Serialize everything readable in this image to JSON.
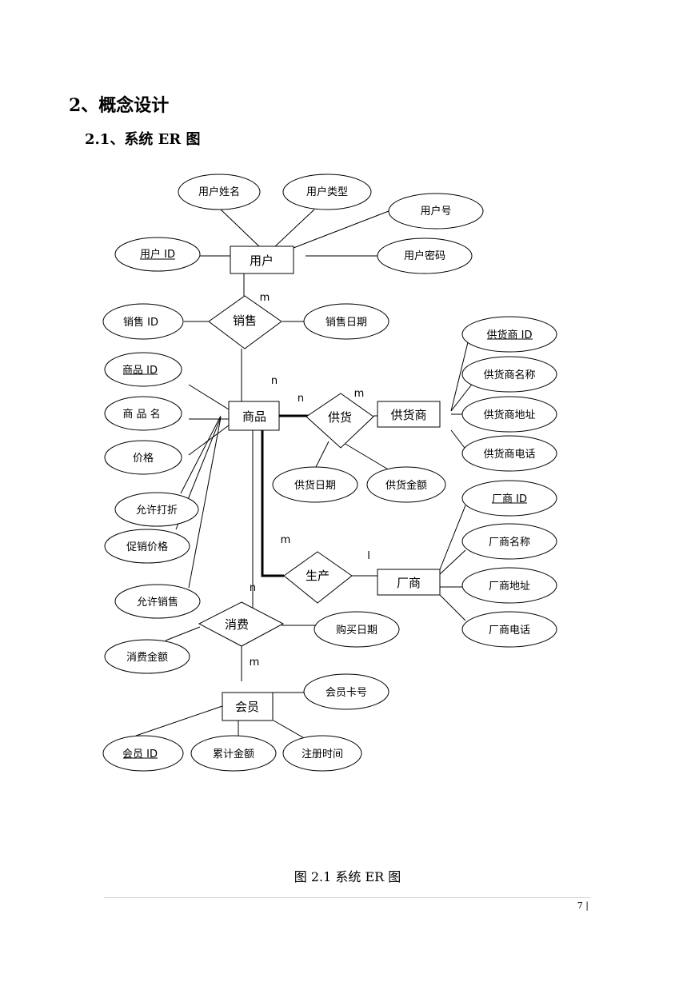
{
  "section": {
    "heading": "2、概念设计",
    "subheading": "2.1、系统 ER 图"
  },
  "entities": {
    "user": "用户",
    "goods": "商品",
    "supplier": "供货商",
    "manufacturer": "厂商",
    "member": "会员"
  },
  "relationships": {
    "sale": "销售",
    "supply": "供货",
    "produce": "生产",
    "consume": "消费"
  },
  "attributes": {
    "user_name": "用户姓名",
    "user_type": "用户类型",
    "user_no": "用户号",
    "user_id": "用户 ID",
    "user_password": "用户密码",
    "sale_id": "销售 ID",
    "sale_date": "销售日期",
    "goods_id": "商品 ID",
    "goods_name": "商 品 名",
    "price": "价格",
    "allow_discount": "允许打折",
    "promo_price": "促销价格",
    "allow_sale": "允许销售",
    "supplier_id": "供货商 ID",
    "supplier_name": "供货商名称",
    "supplier_address": "供货商地址",
    "supplier_phone": "供货商电话",
    "supply_date": "供货日期",
    "supply_amount": "供货金额",
    "manufacturer_id": "厂商 ID",
    "manufacturer_name": "厂商名称",
    "manufacturer_address": "厂商地址",
    "manufacturer_phone": "厂商电话",
    "purchase_date": "购买日期",
    "consume_amount": "消费金额",
    "member_card": "会员卡号",
    "member_id": "会员 ID",
    "total_amount": "累计金额",
    "register_time": "注册时间"
  },
  "cardinalities": {
    "sale_user": "m",
    "sale_goods": "n",
    "supply_goods": "n",
    "supply_supplier": "m",
    "produce_goods": "m",
    "produce_manufacturer": "l",
    "consume_goods": "n",
    "consume_member": "m"
  },
  "figure_caption": "图 2.1  系统 ER 图",
  "page_number": "7 |"
}
